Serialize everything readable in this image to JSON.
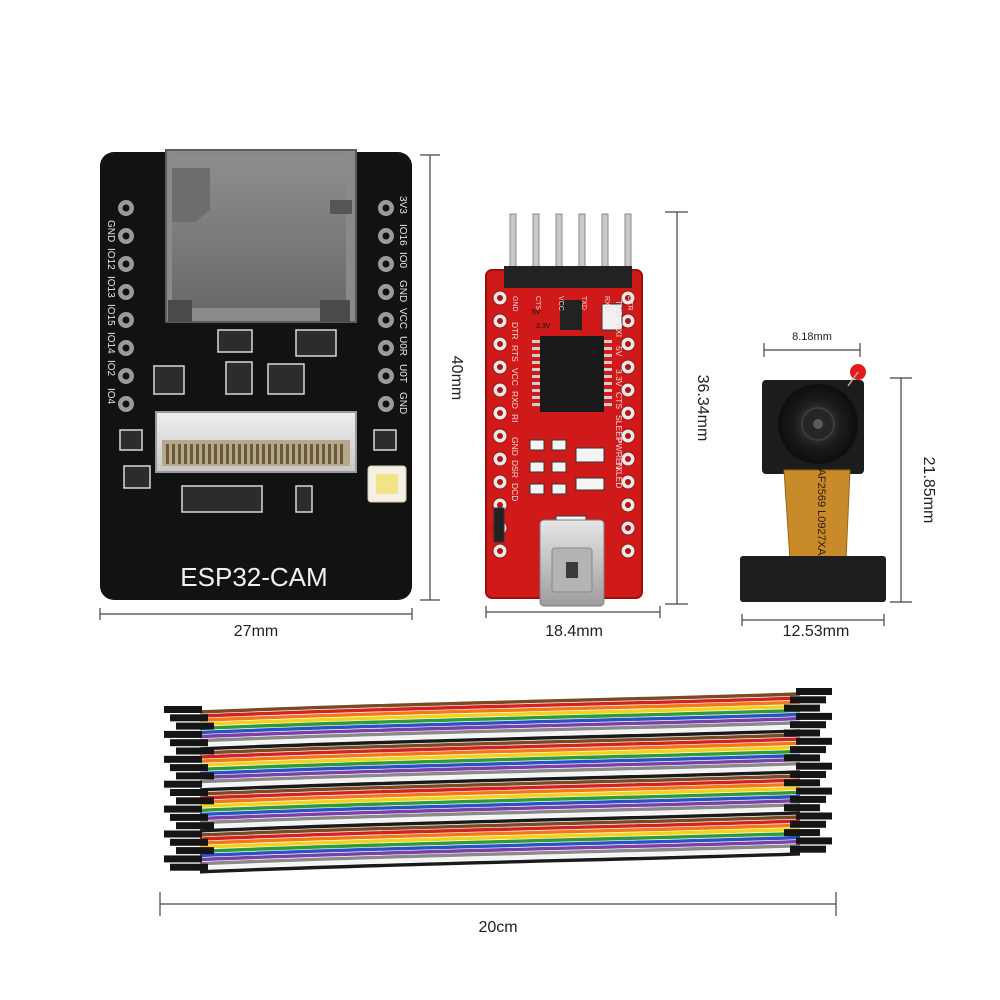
{
  "esp32_board": {
    "title": "ESP32-CAM",
    "left_pins": [
      "GND",
      "IO12",
      "IO13",
      "IO15",
      "IO14",
      "IO2",
      "IO4"
    ],
    "right_pins": [
      "3V3",
      "IO16",
      "IO0",
      "GND",
      "VCC",
      "U0R",
      "U0T",
      "GND"
    ],
    "width_label": "27mm",
    "height_label": "40mm"
  },
  "ftdi_board": {
    "top_pins": [
      "GND",
      "CTS",
      "VCC",
      "TXD",
      "RXD",
      "DTR"
    ],
    "left_pins": [
      "DTR",
      "RTS",
      "VCC",
      "RXD",
      "RI",
      "GND",
      "DSR",
      "DCD"
    ],
    "right_pins": [
      "TXD",
      "RXI",
      "5V",
      "3.3V",
      "CTS",
      "SLEEP",
      "PWREN",
      "TXLED"
    ],
    "jumper_labels": [
      "5V",
      "3.3V"
    ],
    "width_label": "18.4mm",
    "height_label": "36.34mm"
  },
  "camera_module": {
    "flex_text": "AF2569 L0927XA",
    "lens_label": "8.18mm",
    "width_label": "12.53mm",
    "height_label": "21.85mm"
  },
  "jumper_wires": {
    "length_label": "20cm",
    "wire_colors": [
      "#7a4a22",
      "#d42121",
      "#f07a1a",
      "#f2d21a",
      "#2e9a3a",
      "#2a52c4",
      "#7b3fa6",
      "#8a8a8a",
      "#f4f4f4",
      "#1a1a1a"
    ]
  },
  "colors": {
    "esp_pcb": "#121212",
    "ftdi_pcb": "#d01a1a",
    "dim_line": "#444444"
  }
}
